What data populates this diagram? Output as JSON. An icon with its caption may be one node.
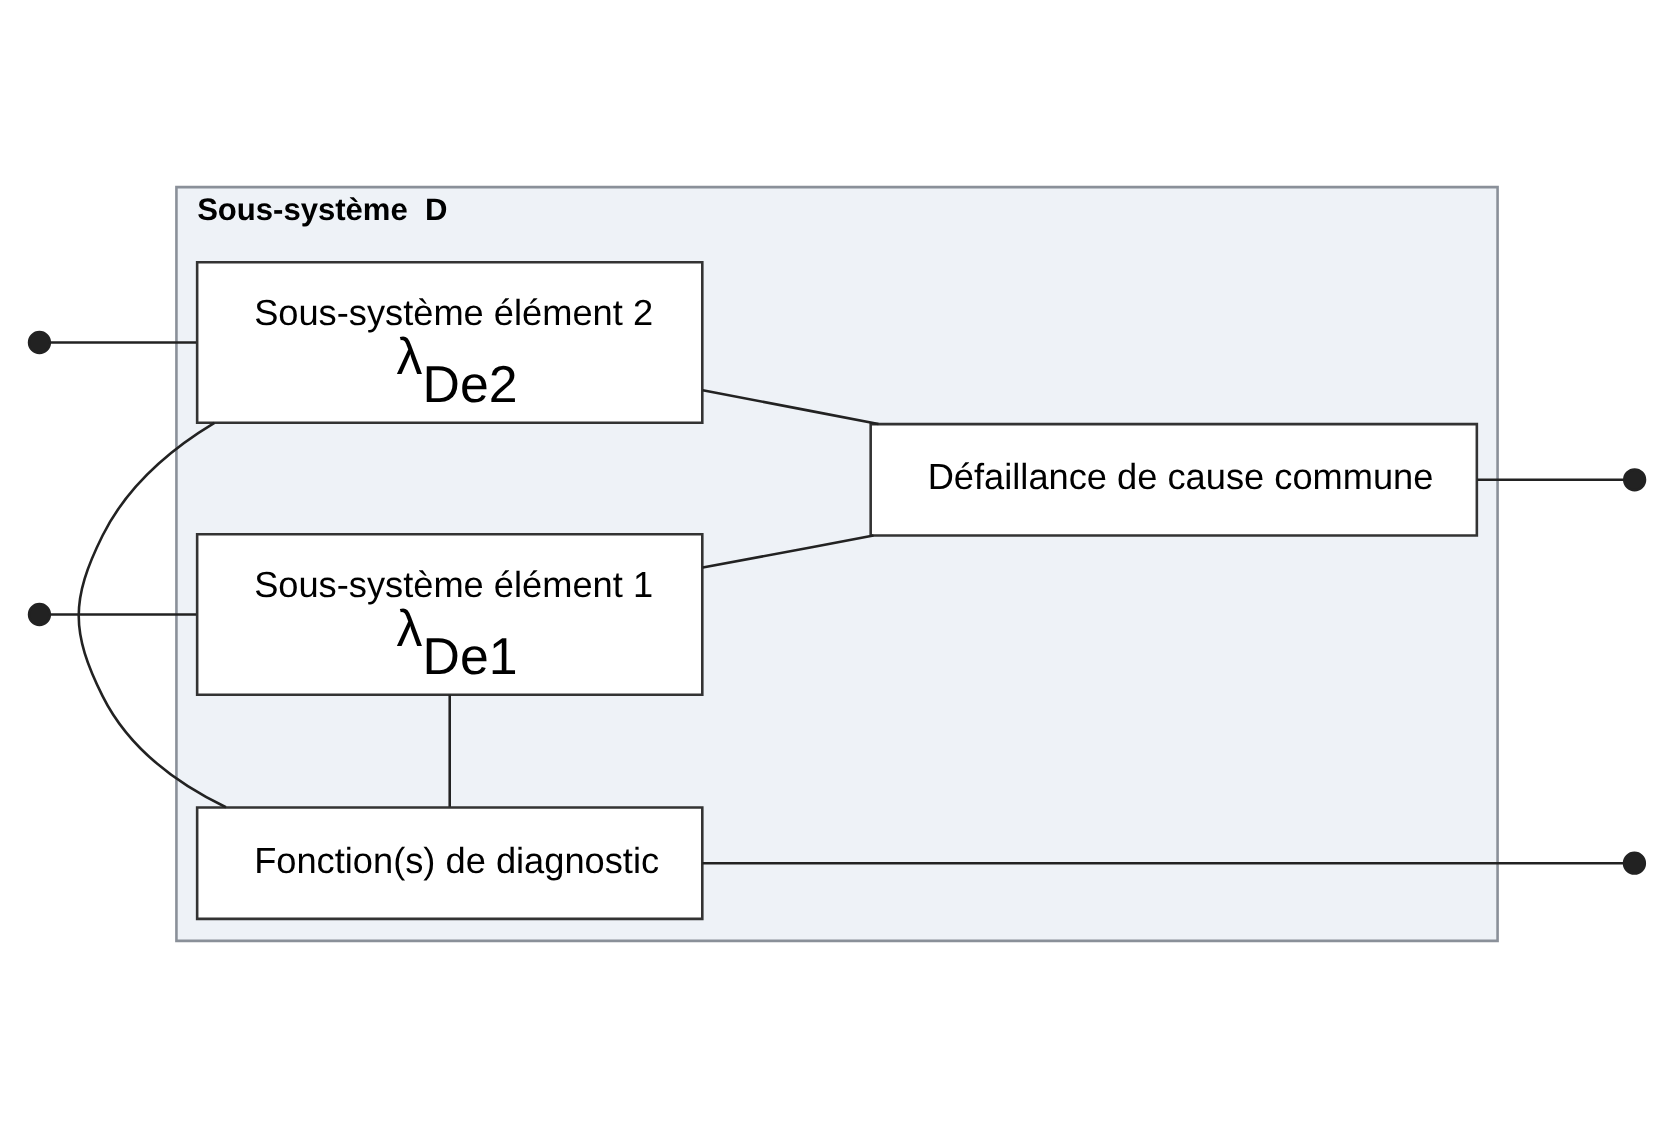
{
  "diagram": {
    "nodes": [
      {
        "text": [
          "Sous-système  D"
        ]
      },
      {
        "text": [
          "Sous-système élément 1",
          "λ$_{De1}$"
        ],
        "in": 0
      },
      {
        "text": [
          "Défaillance de cause commune"
        ],
        "in": 0
      },
      {
        "text": [
          "Fonction(s) de diagnostic"
        ],
        "in": 0
      },
      {
        "text": [
          "Sous-système élément 2",
          "λ$_{De2}$"
        ],
        "in": 0
      }
    ],
    "edges": [
      {
        "from": null,
        "to": 1,
        "arrow": "other"
      },
      {
        "from": null,
        "to": 4,
        "arrow": "other"
      },
      {
        "from": 1,
        "to": 3,
        "arrow": "none"
      },
      {
        "from": 3,
        "to": 4,
        "arrow": "none"
      },
      {
        "from": 1,
        "to": 2,
        "arrow": "none"
      },
      {
        "from": 4,
        "to": 2,
        "arrow": "none"
      },
      {
        "from": 2,
        "to": null,
        "arrow": "other"
      },
      {
        "from": 3,
        "to": null,
        "arrow": "other"
      }
    ]
  }
}
